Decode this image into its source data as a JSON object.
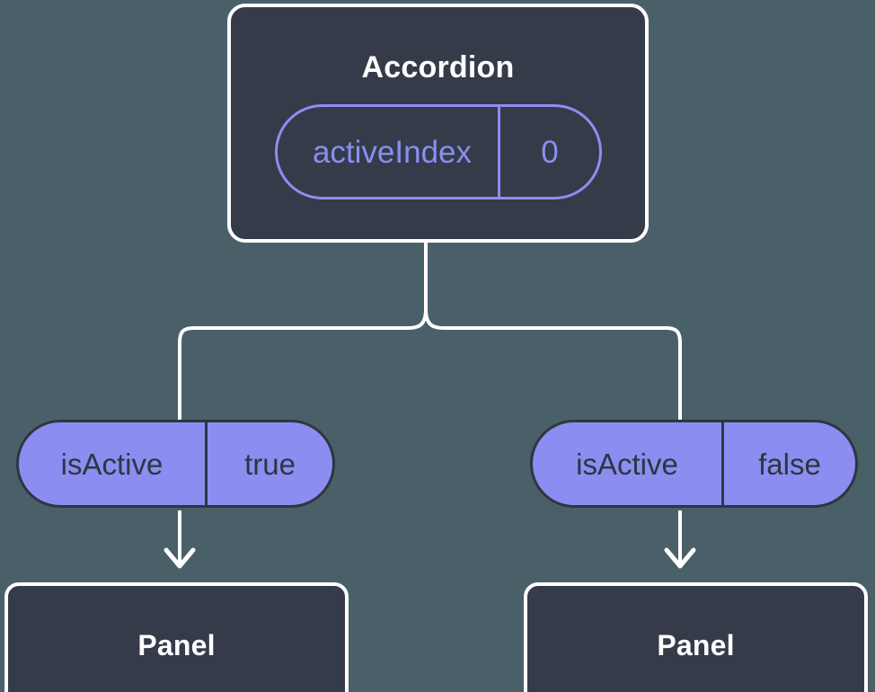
{
  "theme": {
    "background": "#4a6068",
    "card_fill": "#353b49",
    "card_border": "#ffffff",
    "accent_purple": "#8b8ef0",
    "pill_text_dark": "#2f3542",
    "connector": "#ffffff"
  },
  "diagram": {
    "type": "component-tree",
    "root": {
      "title": "Accordion",
      "state": {
        "key": "activeIndex",
        "value": "0"
      }
    },
    "children": [
      {
        "prop": {
          "key": "isActive",
          "value": "true"
        },
        "component": {
          "title": "Panel"
        }
      },
      {
        "prop": {
          "key": "isActive",
          "value": "false"
        },
        "component": {
          "title": "Panel"
        }
      }
    ]
  }
}
